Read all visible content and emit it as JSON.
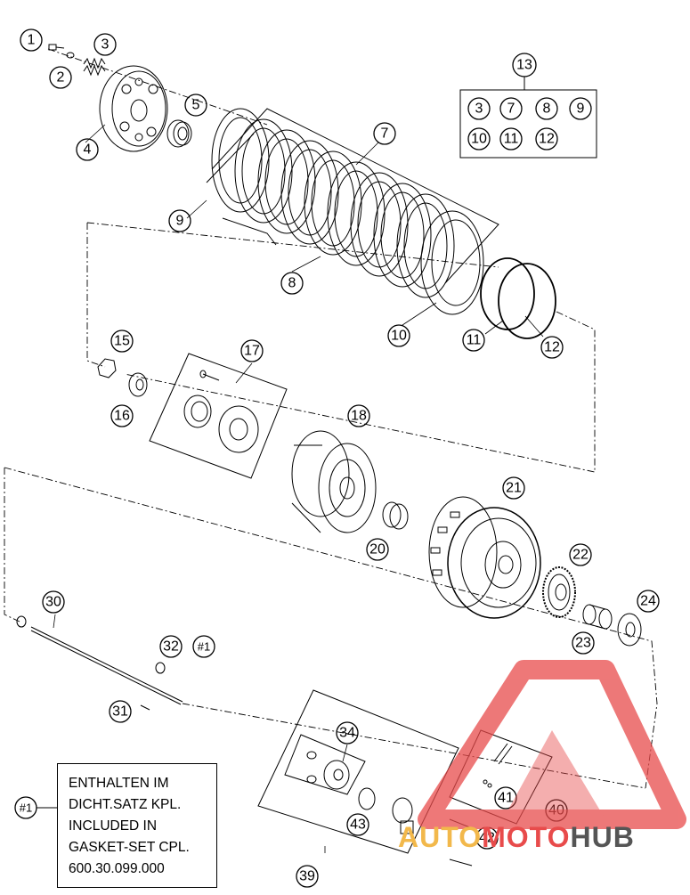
{
  "callouts": {
    "c1": "1",
    "c2": "2",
    "c3": "3",
    "c4": "4",
    "c5": "5",
    "c7": "7",
    "c8": "8",
    "c9": "9",
    "c10": "10",
    "c11": "11",
    "c12": "12",
    "c13": "13",
    "c15": "15",
    "c16": "16",
    "c17": "17",
    "c18": "18",
    "c20": "20",
    "c21": "21",
    "c22": "22",
    "c23": "23",
    "c24": "24",
    "c30": "30",
    "c31": "31",
    "c32": "32",
    "c34": "34",
    "c39": "39",
    "c40": "40",
    "c41": "41",
    "c42": "42",
    "c43": "43",
    "g1": "#1",
    "g2": "#1"
  },
  "kit_13": [
    "3",
    "7",
    "8",
    "9",
    "10",
    "11",
    "12"
  ],
  "note": {
    "line1": "ENTHALTEN IM",
    "line2": "DICHT.SATZ KPL.",
    "line3": "INCLUDED IN",
    "line4": "GASKET-SET CPL.",
    "line5": "600.30.099.000"
  },
  "watermark": {
    "part1": "AUTO",
    "part2": "MOTO",
    "part3": "HUB",
    "color": "#e84b4b",
    "accent": "#f2b84b"
  }
}
